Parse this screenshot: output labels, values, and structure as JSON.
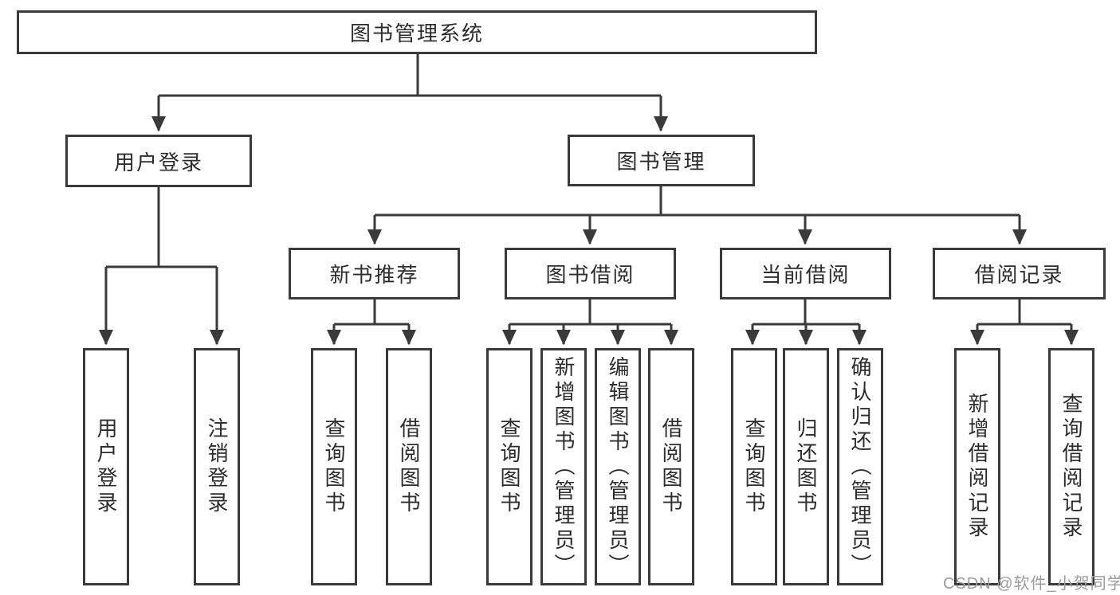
{
  "diagram": {
    "title": "图书管理系统",
    "tree": {
      "root": {
        "label": "图书管理系统"
      },
      "level2": [
        {
          "label": "用户登录"
        },
        {
          "label": "图书管理"
        }
      ],
      "level3": [
        {
          "label": "新书推荐",
          "parent": "图书管理"
        },
        {
          "label": "图书借阅",
          "parent": "图书管理"
        },
        {
          "label": "当前借阅",
          "parent": "图书管理"
        },
        {
          "label": "借阅记录",
          "parent": "图书管理"
        }
      ],
      "leaves": [
        {
          "label": "用户登录",
          "parent": "用户登录"
        },
        {
          "label": "注销登录",
          "parent": "用户登录"
        },
        {
          "label": "查询图书",
          "parent": "新书推荐"
        },
        {
          "label": "借阅图书",
          "parent": "新书推荐"
        },
        {
          "label": "查询图书",
          "parent": "图书借阅"
        },
        {
          "label": "新增图书（管理员）",
          "parent": "图书借阅"
        },
        {
          "label": "编辑图书（管理员）",
          "parent": "图书借阅"
        },
        {
          "label": "借阅图书",
          "parent": "图书借阅"
        },
        {
          "label": "查询图书",
          "parent": "当前借阅"
        },
        {
          "label": "归还图书",
          "parent": "当前借阅"
        },
        {
          "label": "确认归还（管理员）",
          "parent": "当前借阅"
        },
        {
          "label": "新增借阅记录",
          "parent": "借阅记录"
        },
        {
          "label": "查询借阅记录",
          "parent": "借阅记录"
        }
      ]
    },
    "colors": {
      "line": "#3a3a3a",
      "text": "#2d2d2d",
      "background": "#ffffff",
      "watermark": "#9c9c9c"
    }
  },
  "watermark": {
    "text": "CSDN @软件_小贺同学"
  }
}
